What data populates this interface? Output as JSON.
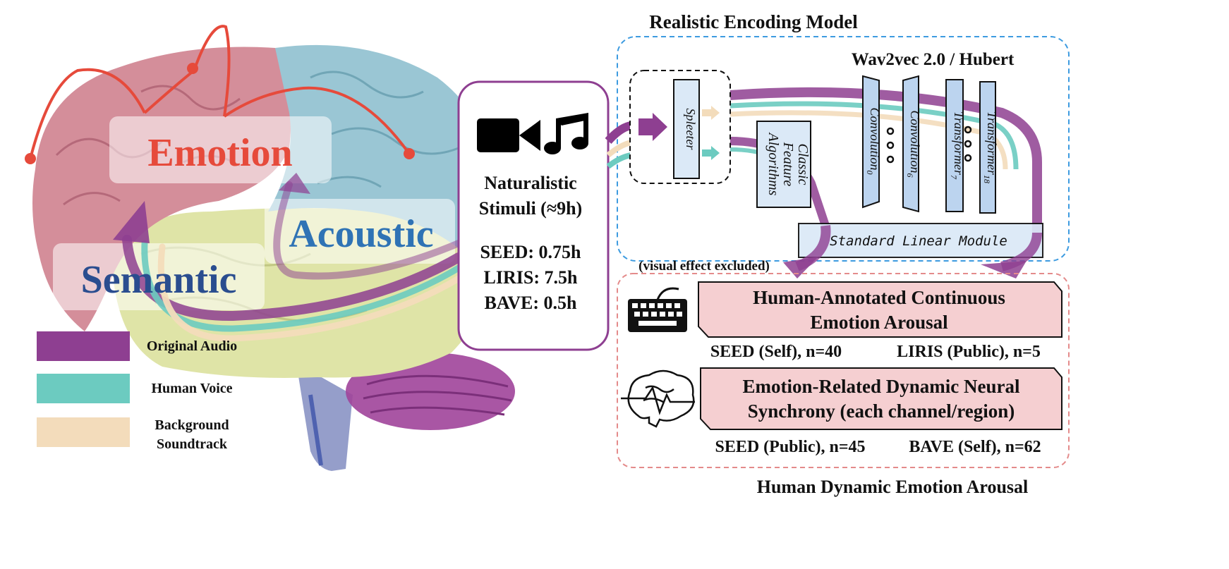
{
  "brain": {
    "emotion_label": "Emotion",
    "acoustic_label": "Acoustic",
    "semantic_label": "Semantic"
  },
  "legend": {
    "items": [
      {
        "label_lines": [
          "Original Audio"
        ],
        "color": "#8e3f91"
      },
      {
        "label_lines": [
          "Human Voice"
        ],
        "color": "#6ccbc0"
      },
      {
        "label_lines": [
          "Background",
          "Soundtrack"
        ],
        "color": "#f3dcbb"
      }
    ]
  },
  "stimuli": {
    "title_line1": "Naturalistic",
    "title_line2": "Stimuli (≈9h)",
    "datasets": [
      "SEED: 0.75h",
      "LIRIS: 7.5h",
      "BAVE: 0.5h"
    ],
    "icons": [
      "video-camera-icon",
      "music-note-icon"
    ]
  },
  "encoding": {
    "title": "Realistic Encoding Model",
    "model_title": "Wav2vec 2.0 / Hubert",
    "spleeter": "Spleeter",
    "classic": [
      "Classic",
      "Feature",
      "Algorithms"
    ],
    "layers": [
      {
        "base": "Convolution",
        "sub": "0"
      },
      {
        "base": "Convolution",
        "sub": "6"
      },
      {
        "base": "Transformer",
        "sub": "7"
      },
      {
        "base": "Transformer",
        "sub": "18"
      }
    ],
    "linear": "Standard Linear Module",
    "note": "(visual effect excluded)"
  },
  "arousal": {
    "title": "Human Dynamic Emotion Arousal",
    "annotated": {
      "line1": "Human-Annotated Continuous",
      "line2": "Emotion Arousal",
      "left": "SEED (Self), n=40",
      "right": "LIRIS (Public), n=5",
      "icon": "keyboard-icon"
    },
    "neural": {
      "line1": "Emotion-Related Dynamic Neural",
      "line2": "Synchrony (each channel/region)",
      "left": "SEED (Public), n=45",
      "right": "BAVE (Self), n=62",
      "icon": "brain-icon"
    }
  },
  "colors": {
    "purple": "#8e3f91",
    "teal": "#6ccbc0",
    "beige": "#f3dcbb",
    "emotion_red": "#e64a3b",
    "acoustic_blue": "#2f73b5",
    "semantic_blue": "#2a4d8f",
    "pink_box": "#f5cfd1",
    "light_blue_box": "#dbe9f7"
  }
}
